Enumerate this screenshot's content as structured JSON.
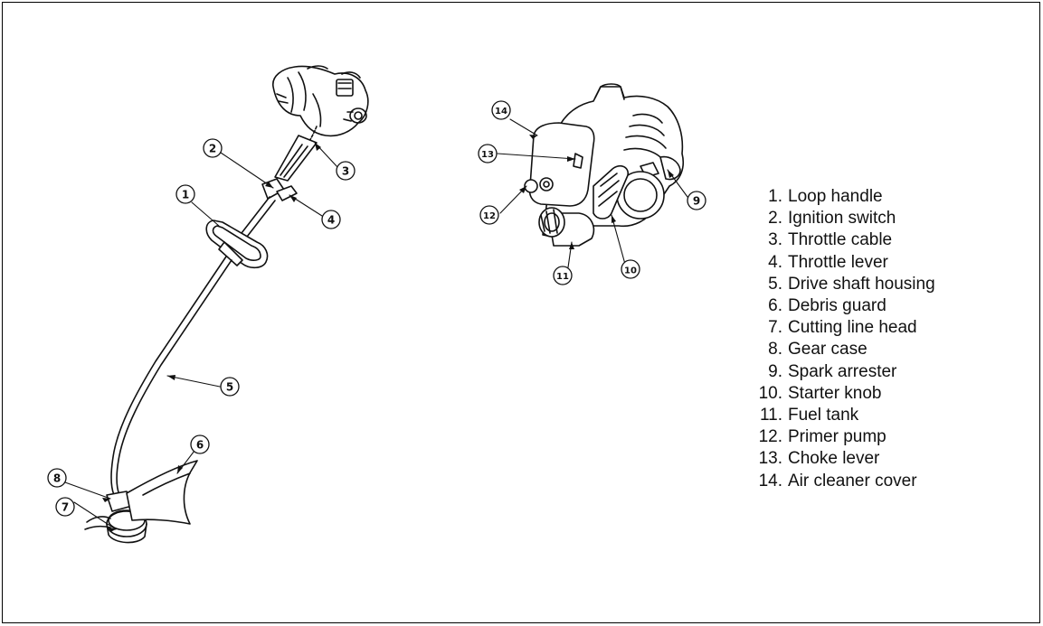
{
  "diagram": {
    "callouts": {
      "trimmer": [
        "1",
        "2",
        "3",
        "4",
        "5",
        "6",
        "7",
        "8"
      ],
      "engine": [
        "9",
        "10",
        "11",
        "12",
        "13",
        "14"
      ]
    },
    "legend": [
      {
        "num": "1.",
        "label": "Loop handle"
      },
      {
        "num": "2.",
        "label": "Ignition switch"
      },
      {
        "num": "3.",
        "label": "Throttle cable"
      },
      {
        "num": "4.",
        "label": "Throttle lever"
      },
      {
        "num": "5.",
        "label": "Drive shaft housing"
      },
      {
        "num": "6.",
        "label": "Debris guard"
      },
      {
        "num": "7.",
        "label": "Cutting line head"
      },
      {
        "num": "8.",
        "label": "Gear case"
      },
      {
        "num": "9.",
        "label": "Spark arrester"
      },
      {
        "num": "10.",
        "label": "Starter knob"
      },
      {
        "num": "11.",
        "label": "Fuel tank"
      },
      {
        "num": "12.",
        "label": "Primer pump"
      },
      {
        "num": "13.",
        "label": "Choke lever"
      },
      {
        "num": "14.",
        "label": "Air cleaner cover"
      }
    ]
  },
  "colors": {
    "ink": "#111111",
    "background": "#ffffff"
  }
}
